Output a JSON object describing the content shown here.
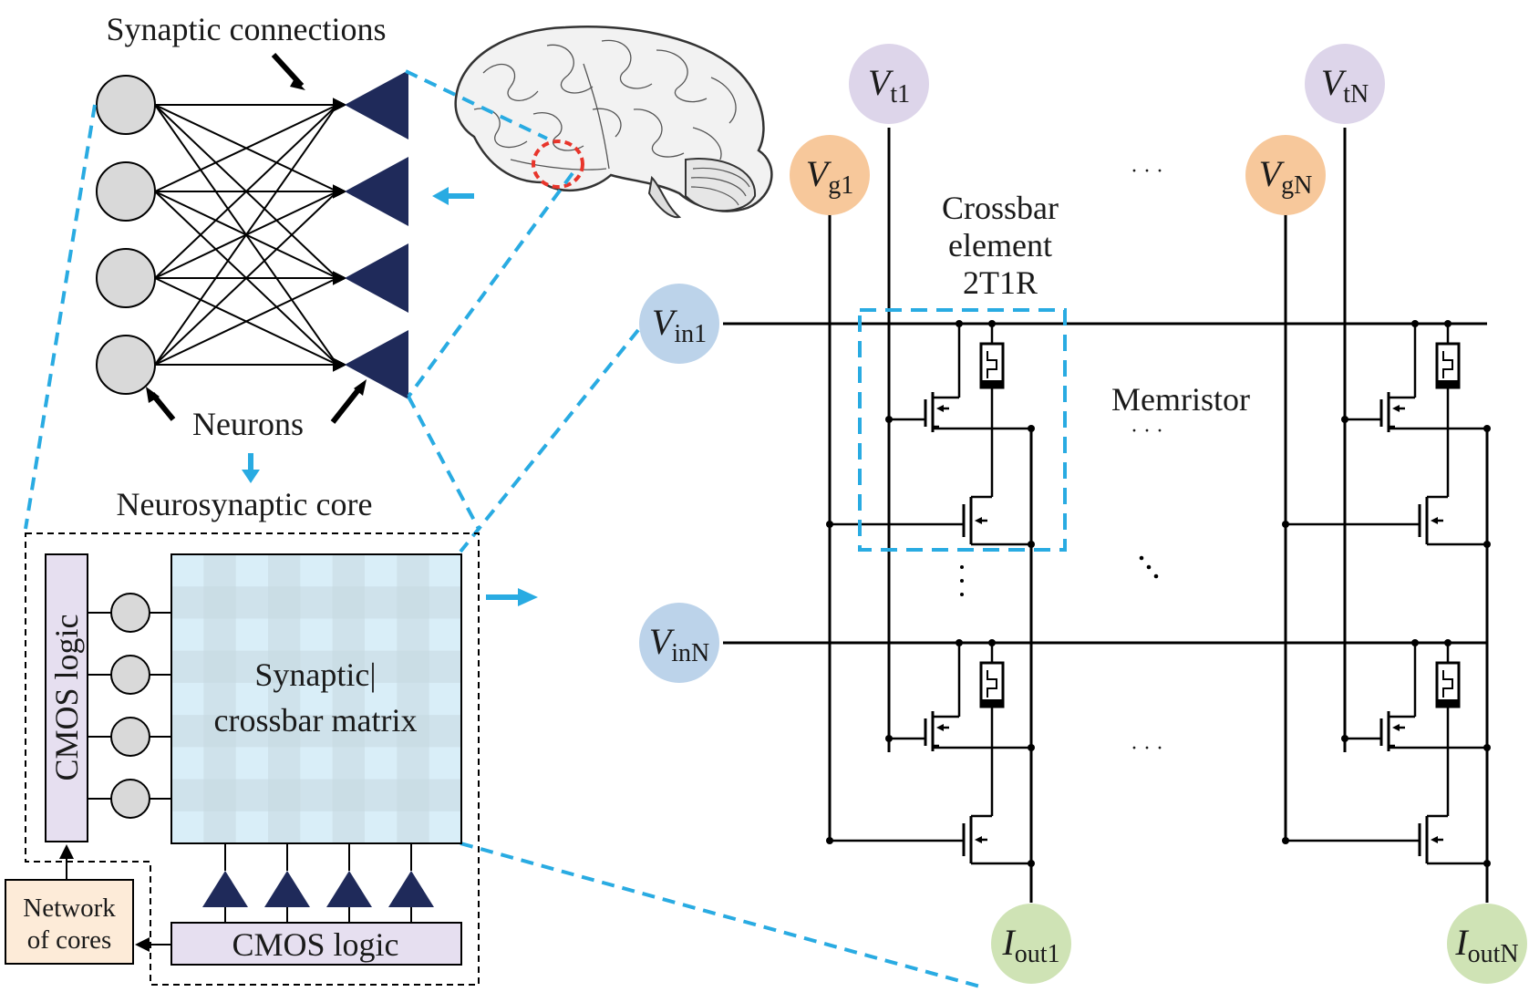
{
  "nn": {
    "title": "Synaptic connections",
    "neurons_label": "Neurons",
    "core_label": "Neurosynaptic core"
  },
  "core": {
    "cmos_vertical": "CMOS logic",
    "cmos_horizontal": "CMOS logic",
    "matrix_line1": "Synaptic|",
    "matrix_line2": "crossbar matrix",
    "network_line1": "Network",
    "network_line2": "of cores"
  },
  "xbar": {
    "element_line1": "Crossbar",
    "element_line2": "element",
    "element_line3": "2T1R",
    "memristor": "Memristor",
    "dots": "· · ·",
    "terminals": {
      "vt1": {
        "main": "V",
        "sub": "t1"
      },
      "vtN": {
        "main": "V",
        "sub": "tN"
      },
      "vg1": {
        "main": "V",
        "sub": "g1"
      },
      "vgN": {
        "main": "V",
        "sub": "gN"
      },
      "vin1": {
        "main": "V",
        "sub": "in1"
      },
      "vinN": {
        "main": "V",
        "sub": "inN"
      },
      "iout1": {
        "main": "I",
        "sub": "out1"
      },
      "ioutN": {
        "main": "I",
        "sub": "outN"
      }
    }
  },
  "colors": {
    "accent": "#29abe2",
    "neuron_tri": "#1f2a5a",
    "neuron_circle": "#d9d9d9",
    "purple_fill": "#e6dff0",
    "vt_circle": "#ddd5ea",
    "vg_circle": "#f7c89b",
    "vin_circle": "#bcd3ea",
    "iout_circle": "#cfe3b5",
    "network_fill": "#fdebd8"
  }
}
